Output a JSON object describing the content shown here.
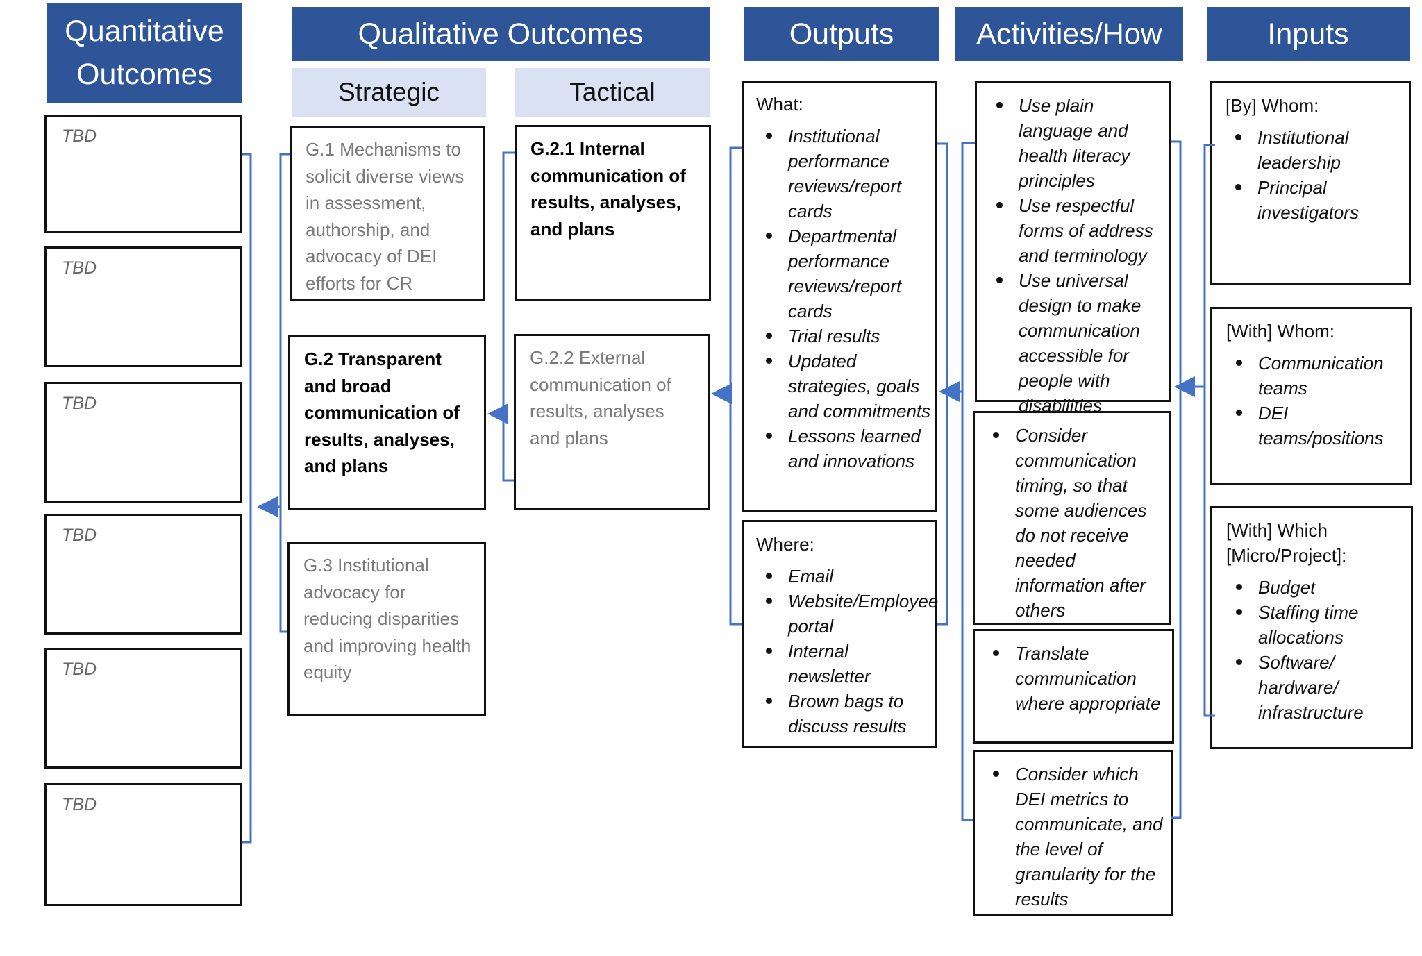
{
  "headers": {
    "quantitative": "Quantitative Outcomes",
    "qualitative": "Qualitative Outcomes",
    "outputs": "Outputs",
    "activities": "Activities/How",
    "inputs": "Inputs",
    "strategic": "Strategic",
    "tactical": "Tactical"
  },
  "quantitative_boxes": [
    "TBD",
    "TBD",
    "TBD",
    "TBD",
    "TBD",
    "TBD"
  ],
  "strategic": {
    "g1": "G.1 Mechanisms to solicit diverse views in assessment, authorship, and advocacy of DEI efforts for CR",
    "g2": "G.2 Transparent and broad communication of results, analyses, and plans",
    "g3": "G.3 Institutional advocacy for reducing disparities and improving health equity"
  },
  "tactical": {
    "g21": "G.2.1 Internal communication of results, analyses, and plans",
    "g22": "G.2.2 External communication of results, analyses and plans"
  },
  "outputs": {
    "what_label": "What:",
    "what_items": [
      "Institutional performance reviews/report cards",
      "Departmental performance reviews/report cards",
      "Trial results",
      "Updated strategies, goals and commitments",
      " Lessons learned and innovations"
    ],
    "where_label": "Where:",
    "where_items": [
      "Email",
      "Website/Employee portal",
      "Internal newsletter",
      "Brown bags to discuss results"
    ]
  },
  "activities": {
    "box1": [
      "Use plain language and health literacy principles",
      "Use respectful forms of address and terminology",
      "Use universal design to make communication accessible for people with disabilities"
    ],
    "box2": [
      "Consider communication timing, so that some audiences do not receive needed information after others"
    ],
    "box3": [
      "Translate communication where appropriate"
    ],
    "box4": [
      "Consider which DEI metrics to communicate, and the level of granularity for the results"
    ]
  },
  "inputs": {
    "by_whom_label": "[By] Whom:",
    "by_whom_items": [
      "Institutional leadership",
      "Principal investigators"
    ],
    "with_whom_label": "[With] Whom:",
    "with_whom_items": [
      "Communication teams",
      "DEI teams/positions"
    ],
    "with_which_label": "[With] Which [Micro/Project]:",
    "with_which_items": [
      "Budget",
      "Staffing time allocations",
      "Software/ hardware/ infrastructure"
    ]
  },
  "colors": {
    "header_blue": "#2E5597",
    "subheader": "#D9E1F2",
    "connector": "#4472C4"
  }
}
